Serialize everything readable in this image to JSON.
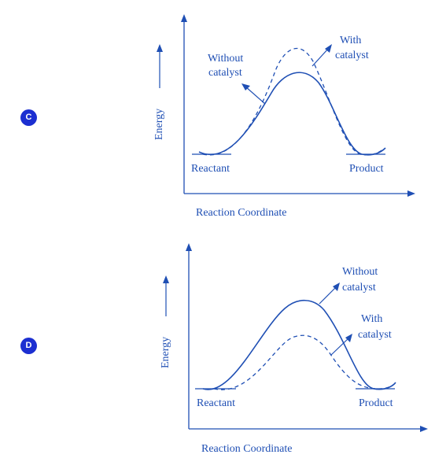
{
  "options": [
    {
      "label": "C",
      "energy_label": "Energy",
      "x_label": "Reaction Coordinate",
      "reactant_label": "Reactant",
      "product_label": "Product",
      "without_catalyst_line1": "Without",
      "without_catalyst_line2": "catalyst",
      "with_catalyst_line1": "With",
      "with_catalyst_line2": "catalyst"
    },
    {
      "label": "D",
      "energy_label": "Energy",
      "x_label": "Reaction Coordinate",
      "reactant_label": "Reactant",
      "product_label": "Product",
      "without_catalyst_line1": "Without",
      "without_catalyst_line2": "catalyst",
      "with_catalyst_line1": "With",
      "with_catalyst_line2": "catalyst"
    }
  ],
  "colors": {
    "diagram": "#1f4fb4",
    "badge": "#1c2fd1"
  }
}
